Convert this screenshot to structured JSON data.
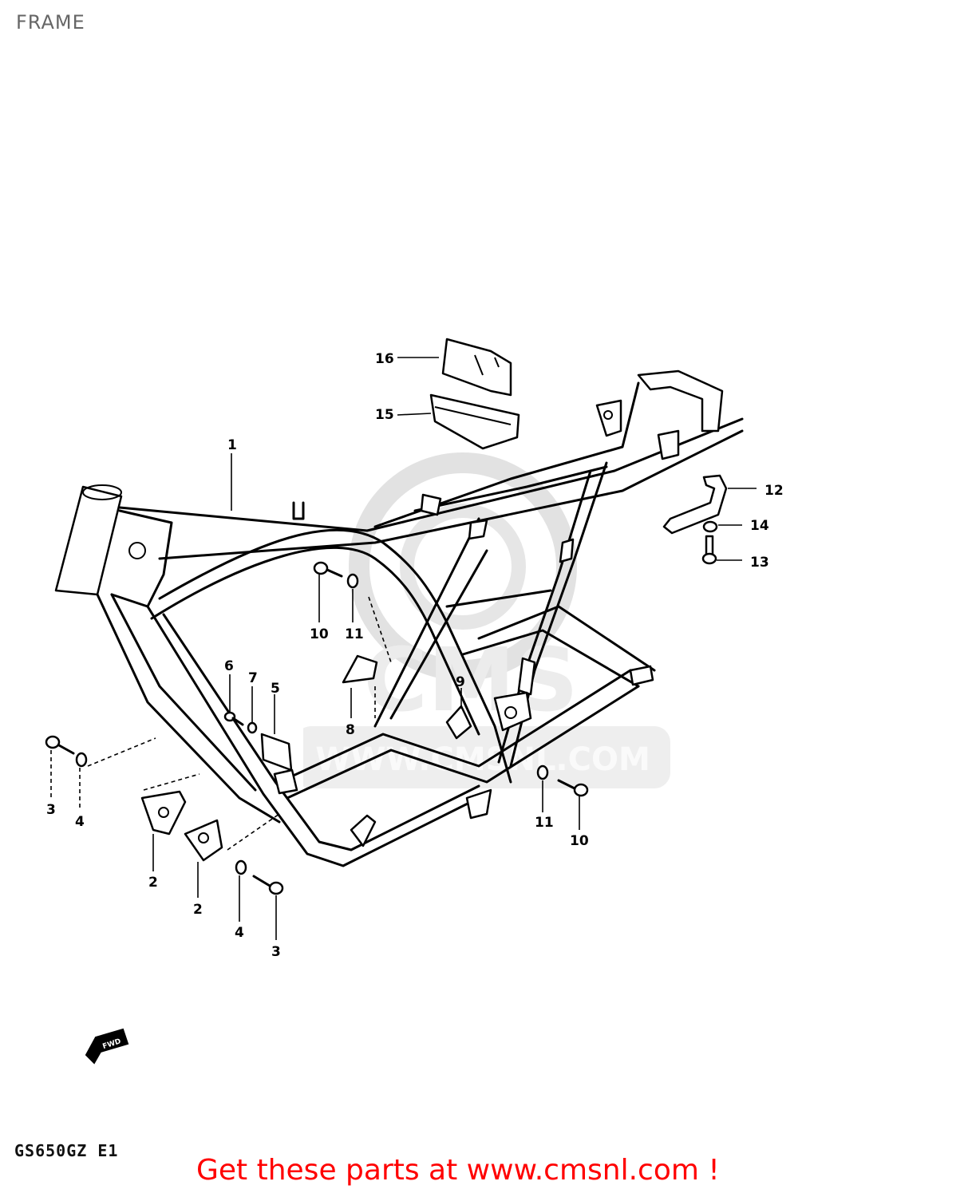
{
  "page": {
    "title": "FRAME",
    "model_code": "GS650GZ E1",
    "cta": "Get these parts at www.cmsnl.com !"
  },
  "watermark": {
    "text": "WWW.CMSNL.COM",
    "logo": "CMS"
  },
  "fwd_arrow": {
    "label": "FWD"
  },
  "callouts": [
    "16",
    "15",
    "1",
    "12",
    "14",
    "13",
    "10",
    "11",
    "6",
    "7",
    "5",
    "9",
    "8",
    "3",
    "4",
    "2",
    "2",
    "11",
    "10",
    "4",
    "3"
  ],
  "colors": {
    "title": "#666666",
    "cta": "#ff0000",
    "line": "#000000",
    "watermark": "#d9d9d9"
  }
}
